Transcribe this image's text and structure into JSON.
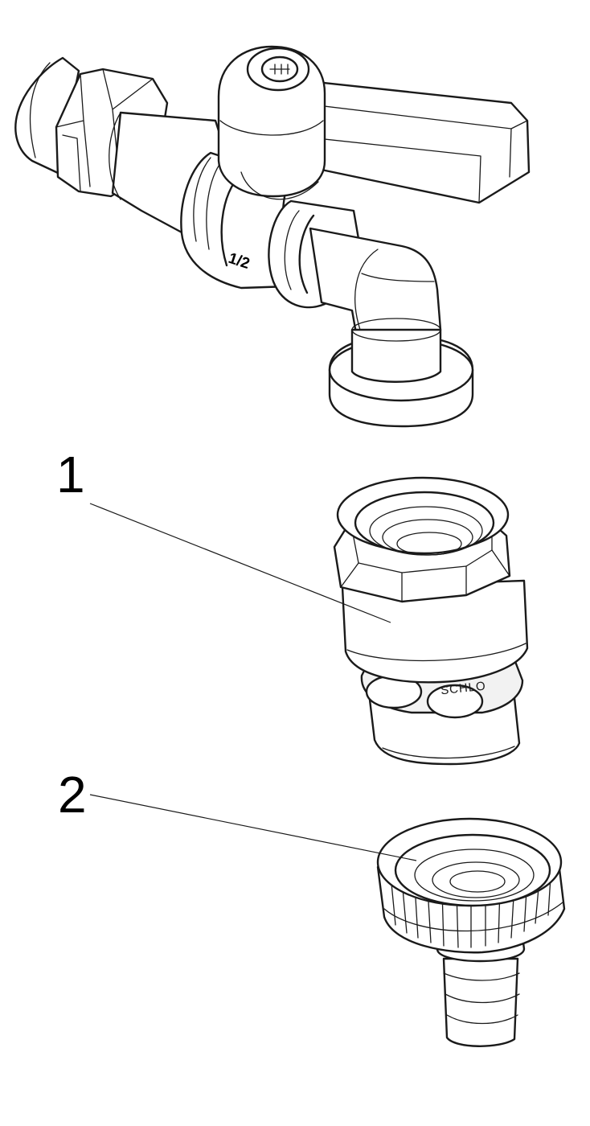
{
  "diagram": {
    "parts": [
      {
        "number": "1",
        "description": ""
      },
      {
        "number": "2",
        "description": ""
      }
    ],
    "valve_marking": "1/2",
    "adapter_marking": "SCHLO"
  }
}
